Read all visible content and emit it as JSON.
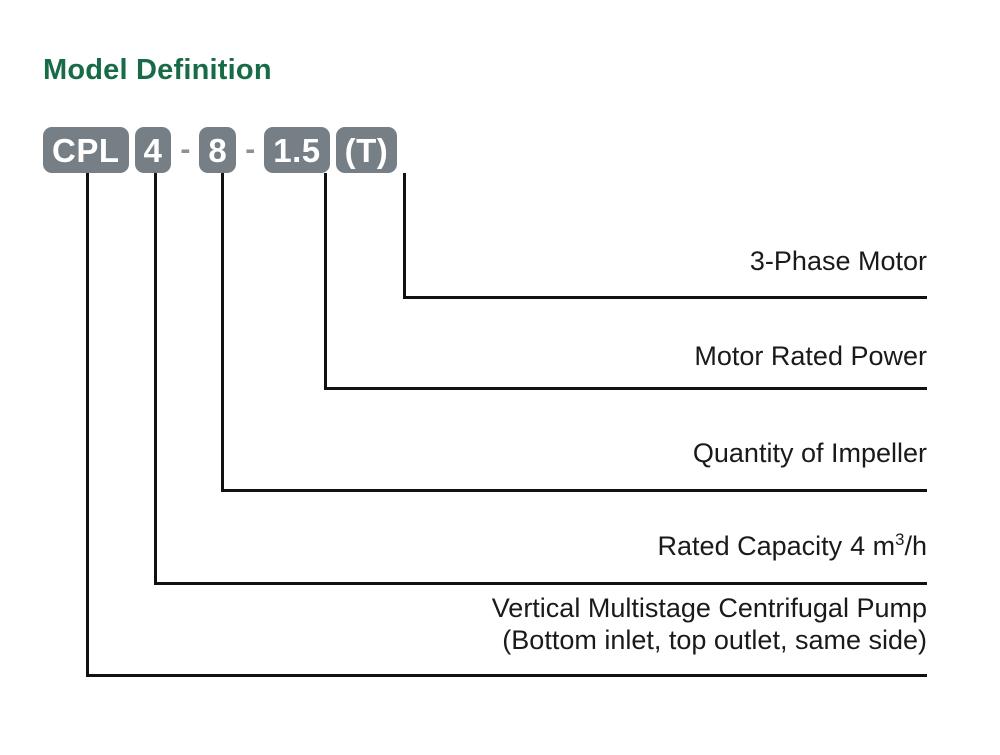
{
  "page": {
    "title": "Model Definition",
    "title_color": "#176b47",
    "background": "#ffffff",
    "line_color": "#111111",
    "box_fill": "#767f86",
    "box_text_color": "#ffffff",
    "separator_color": "#8a9299"
  },
  "model_code": {
    "tokens": [
      {
        "type": "box",
        "text": "CPL",
        "name": "code-box-cpl"
      },
      {
        "type": "box",
        "text": "4",
        "name": "code-box-4"
      },
      {
        "type": "separator",
        "text": "-",
        "name": "code-separator-1"
      },
      {
        "type": "box",
        "text": "8",
        "name": "code-box-8"
      },
      {
        "type": "separator",
        "text": "-",
        "name": "code-separator-2"
      },
      {
        "type": "box",
        "text": "1.5",
        "name": "code-box-1-5"
      },
      {
        "type": "box",
        "text": "(T)",
        "name": "code-box-t"
      }
    ],
    "full_code": "CPL 4 - 8 - 1.5 (T)"
  },
  "callouts": [
    {
      "id": "motor",
      "source_token": "(T)",
      "label": "3-Phase Motor"
    },
    {
      "id": "power",
      "source_token": "1.5",
      "label": "Motor Rated Power"
    },
    {
      "id": "impeller",
      "source_token": "8",
      "label": "Quantity of Impeller"
    },
    {
      "id": "capacity",
      "source_token": "4",
      "label_prefix": "Rated Capacity",
      "value": "4 m",
      "exponent": "3",
      "suffix": "/h",
      "label": "Rated Capacity  4 m3/h"
    },
    {
      "id": "pump",
      "source_token": "CPL",
      "line1": "Vertical Multistage Centrifugal Pump",
      "line2": "(Bottom inlet, top outlet, same side)"
    }
  ]
}
